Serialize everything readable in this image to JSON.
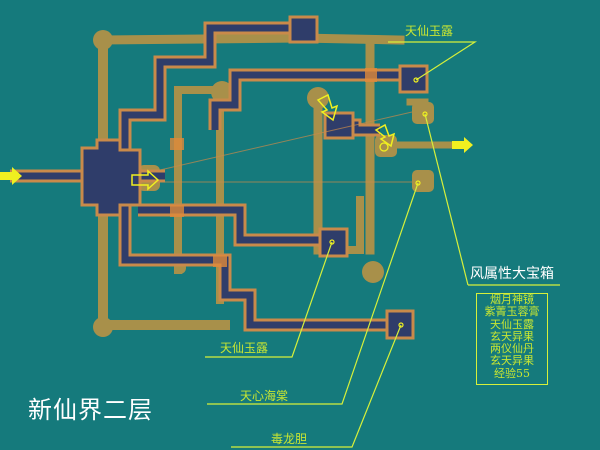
{
  "map": {
    "title": "新仙界二层",
    "background_color": "#157a7c",
    "path_color": "#a8904a",
    "corridor_color": "#2f3d6a",
    "corridor_border_color": "#c98a4a",
    "marker_color": "#f0f020",
    "labels": [
      {
        "id": "top-right",
        "text": "天仙玉露"
      },
      {
        "id": "bottom-left-1",
        "text": "天仙玉露"
      },
      {
        "id": "bottom-left-2",
        "text": "天心海棠"
      },
      {
        "id": "bottom-left-3",
        "text": "毒龙胆"
      }
    ],
    "chest": {
      "title": "风属性大宝箱",
      "items": [
        "烟月神镜",
        "紫菁玉蓉膏",
        "天仙玉露",
        "玄天异果",
        "两仪仙丹",
        "玄天异果",
        "经验55"
      ]
    },
    "entrance_arrow": "yellow-right-arrow",
    "exit_arrow": "yellow-right-arrow"
  }
}
